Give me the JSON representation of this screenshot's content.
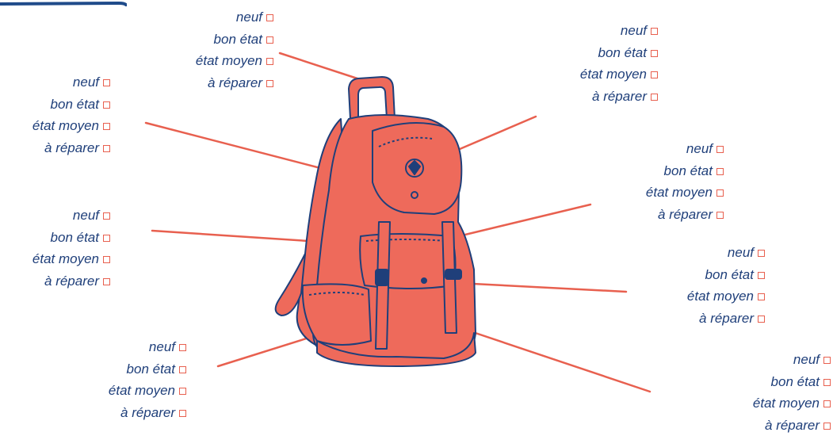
{
  "colors": {
    "label_text": "#1f3f7a",
    "checkbox": "#e8604f",
    "leader_line": "#e8604f",
    "backpack_fill": "#ee6a5b",
    "backpack_outline": "#1f3f7a",
    "accent_bar": "#1f4b8a"
  },
  "checkbox_icon": "small-square-checkbox-icon",
  "options_template": [
    "neuf",
    "bon état",
    "état moyen",
    "à réparer"
  ],
  "label_groups": [
    {
      "id": "top-handle",
      "options": [
        "neuf",
        "bon état",
        "état moyen",
        "à réparer"
      ]
    },
    {
      "id": "flap",
      "options": [
        "neuf",
        "bon état",
        "état moyen",
        "à réparer"
      ]
    },
    {
      "id": "shoulder-strap",
      "options": [
        "neuf",
        "bon état",
        "état moyen",
        "à réparer"
      ]
    },
    {
      "id": "side-strap",
      "options": [
        "neuf",
        "bon état",
        "état moyen",
        "à réparer"
      ]
    },
    {
      "id": "buckle-strap",
      "options": [
        "neuf",
        "bon état",
        "état moyen",
        "à réparer"
      ]
    },
    {
      "id": "front-pocket",
      "options": [
        "neuf",
        "bon état",
        "état moyen",
        "à réparer"
      ]
    },
    {
      "id": "side-pocket",
      "options": [
        "neuf",
        "bon état",
        "état moyen",
        "à réparer"
      ]
    },
    {
      "id": "bottom",
      "options": [
        "neuf",
        "bon état",
        "état moyen",
        "à réparer"
      ]
    }
  ]
}
